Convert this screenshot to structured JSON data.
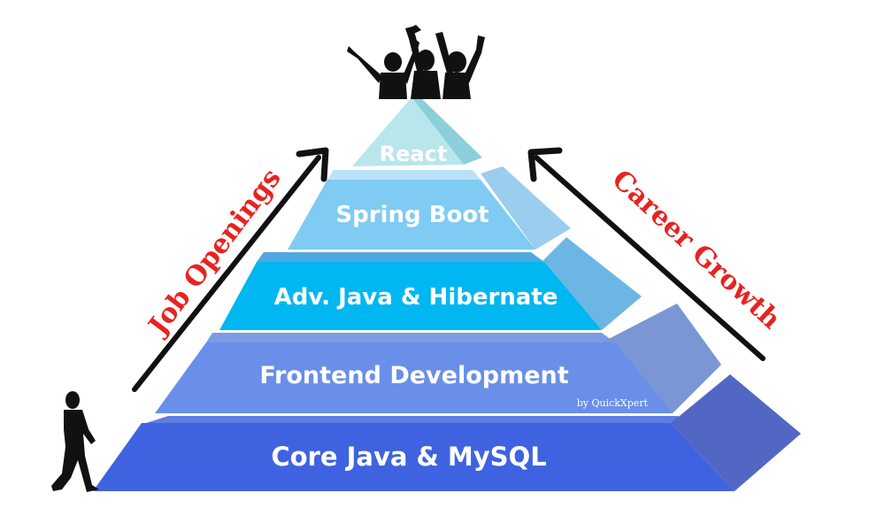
{
  "pyramid": {
    "tiers": [
      {
        "label": "React",
        "face": "#b8e6ec",
        "side": "#8ccfd9",
        "top": "#d6f2f5"
      },
      {
        "label": "Spring Boot",
        "face": "#7fcbf3",
        "side": "#9bcdee",
        "top": "#b9e2f6"
      },
      {
        "label": "Adv. Java & Hibernate",
        "face": "#00b7f1",
        "side": "#6cb6e6",
        "top": "#4fa8e0"
      },
      {
        "label": "Frontend Development",
        "face": "#6a8fe8",
        "side": "#7a96d4",
        "top": "#7d9be3"
      },
      {
        "label": "Core Java & MySQL",
        "face": "#3f63e0",
        "side": "#5266c4",
        "top": "#5f7ce0"
      }
    ]
  },
  "arrows": {
    "left_label": "Job Openings",
    "right_label": "Career Growth"
  },
  "credit": "by QuickXpert",
  "figures": {
    "walker": "walking-person-silhouette",
    "celebrators": "celebrating-people-silhouette"
  }
}
